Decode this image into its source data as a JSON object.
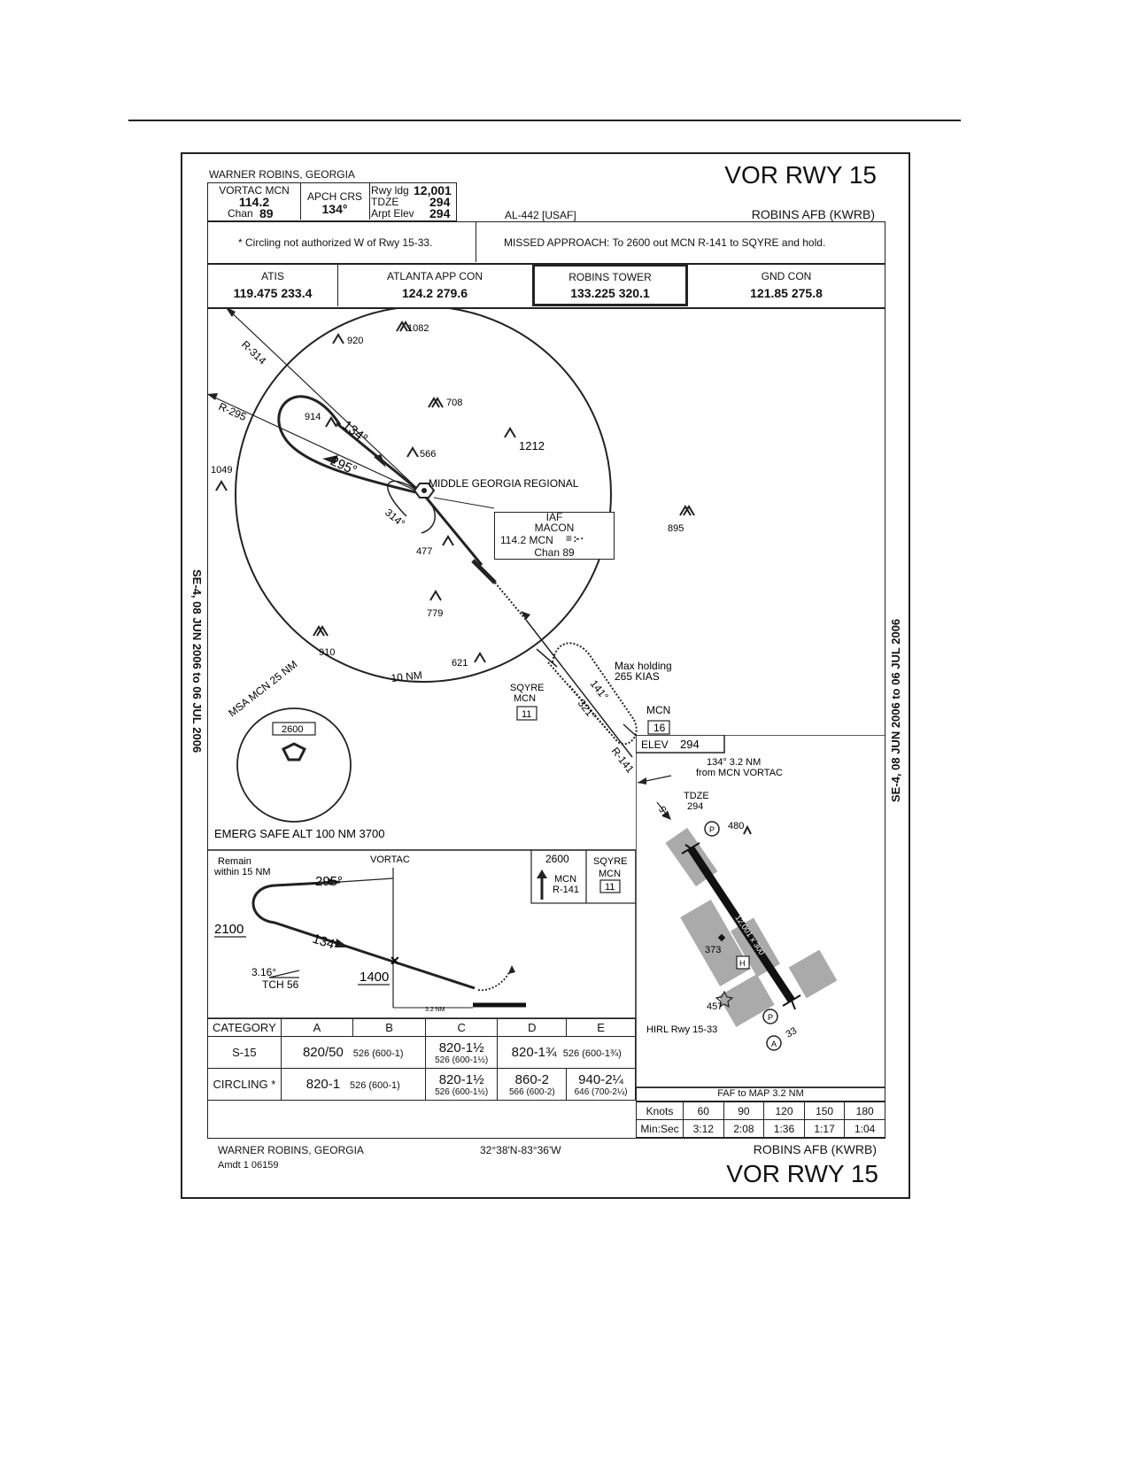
{
  "header": {
    "location": "WARNER ROBINS, GEORGIA",
    "title": "VOR RWY 15",
    "airport": "ROBINS AFB (KWRB)",
    "doc_id": "AL-442 [USAF]",
    "navaid_label": "VORTAC MCN",
    "navaid_freq": "114.2",
    "navaid_chan_label": "Chan",
    "navaid_chan": "89",
    "apch_crs_label": "APCH CRS",
    "apch_crs": "134°",
    "rwy_ldg_label": "Rwy ldg",
    "rwy_ldg": "12,001",
    "tdze_label": "TDZE",
    "tdze": "294",
    "arpt_elev_label": "Arpt Elev",
    "arpt_elev": "294"
  },
  "notes": {
    "circling": "* Circling not authorized W of Rwy 15-33.",
    "missed": "MISSED APPROACH: To 2600 out MCN R-141 to SQYRE and hold."
  },
  "comms": [
    {
      "name": "ATIS",
      "freq": "119.475 233.4"
    },
    {
      "name": "ATLANTA APP CON",
      "freq": "124.2 279.6"
    },
    {
      "name": "ROBINS TOWER",
      "freq": "133.225 320.1"
    },
    {
      "name": "GND CON",
      "freq": "121.85 275.8"
    }
  ],
  "plan": {
    "r314": "R-314",
    "r295": "R-295",
    "r141": "R-141",
    "c134": "134°",
    "c295": "295°",
    "c314": "314°",
    "c141": "141°",
    "c321": "321°",
    "ring": "10 NM",
    "airport_name": "MIDDLE GEORGIA REGIONAL",
    "iaf_label": "IAF",
    "iaf_name": "MACON",
    "iaf_freq": "114.2 MCN",
    "iaf_chan": "Chan 89",
    "max_hold_1": "Max holding",
    "max_hold_2": "265 KIAS",
    "sqyre_name": "SQYRE",
    "sqyre_ref": "MCN",
    "sqyre_dme": "11",
    "mcn_label": "MCN",
    "mcn_dme": "16",
    "msa_label": "MSA MCN 25 NM",
    "msa_alt": "2600",
    "emerg": "EMERG SAFE ALT 100 NM 3700",
    "obstacles": [
      "1082",
      "920",
      "708",
      "914",
      "1212",
      "566",
      "1049",
      "895",
      "477",
      "779",
      "910",
      "621"
    ]
  },
  "airport_sketch": {
    "elev_label": "ELEV",
    "elev": "294",
    "fix_note_1": "134° 3.2 NM",
    "fix_note_2": "from MCN VORTAC",
    "tdze_label": "TDZE",
    "tdze": "294",
    "rwy15": "15",
    "rwy33": "33",
    "rwy_dims": "12,001 x 300",
    "obs1": "480",
    "obs2": "373",
    "obs3": "457",
    "lights": "HIRL Rwy 15-33"
  },
  "profile": {
    "remain_1": "Remain",
    "remain_2": "within 15 NM",
    "vortac": "VORTAC",
    "c295": "295°",
    "c134": "134°",
    "alt_2100": "2100",
    "alt_1400": "1400",
    "gs": "3.16°",
    "tch": "TCH 56",
    "dist": "3.2 NM",
    "ma_alt": "2600",
    "ma_mcn": "MCN",
    "ma_radial": "R-141",
    "ma_sqyre": "SQYRE",
    "ma_sqyre_mcn": "MCN",
    "ma_sqyre_dme": "11"
  },
  "minima": {
    "headers": [
      "CATEGORY",
      "A",
      "B",
      "C",
      "D",
      "E"
    ],
    "s15_label": "S-15",
    "s15_ab_main": "820/50",
    "s15_ab_sub": "526 (600-1)",
    "s15_c_main": "820-1½",
    "s15_c_sub": "526 (600-1½)",
    "s15_de_main": "820-1¾",
    "s15_de_sub": "526 (600-1¾)",
    "circ_label": "CIRCLING *",
    "circ_ab_main": "820-1",
    "circ_ab_sub": "526 (600-1)",
    "circ_c_main": "820-1½",
    "circ_c_sub": "526 (600-1½)",
    "circ_d_main": "860-2",
    "circ_d_sub": "566 (600-2)",
    "circ_e_main": "940-2¼",
    "circ_e_sub": "646 (700-2¼)"
  },
  "timing": {
    "title": "FAF to MAP 3.2 NM",
    "knots_label": "Knots",
    "time_label": "Min:Sec",
    "knots": [
      "60",
      "90",
      "120",
      "150",
      "180"
    ],
    "times": [
      "3:12",
      "2:08",
      "1:36",
      "1:17",
      "1:04"
    ]
  },
  "footer": {
    "location": "WARNER ROBINS, GEORGIA",
    "coords": "32°38'N-83°36'W",
    "airport": "ROBINS AFB (KWRB)",
    "amdt": "Amdt 1 06159",
    "title": "VOR RWY 15"
  },
  "side_text": "SE-4, 08 JUN 2006 to 06 JUL 2006"
}
